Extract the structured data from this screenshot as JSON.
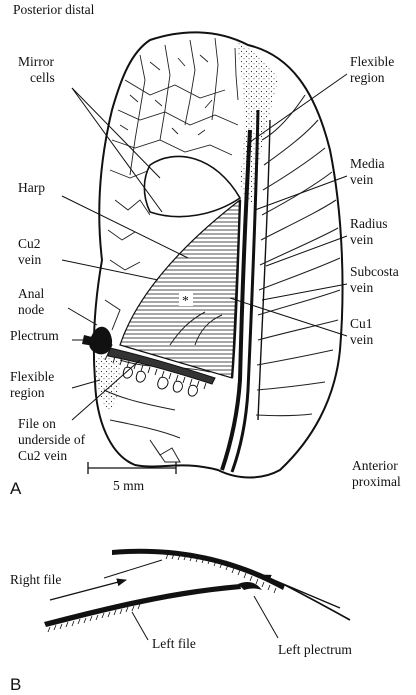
{
  "panel_a": {
    "letter": "A",
    "corner_top": "Posterior distal",
    "corner_bottom": [
      "Anterior",
      "proximal"
    ],
    "scale_bar": "5 mm",
    "asterisk": "*",
    "labels_left": {
      "mirror_cells": [
        "Mirror",
        "cells"
      ],
      "harp": "Harp",
      "cu2_vein": [
        "Cu2",
        "vein"
      ],
      "anal_node": [
        "Anal",
        "node"
      ],
      "plectrum": "Plectrum",
      "flexible_region": [
        "Flexible",
        "region"
      ],
      "file_underside": [
        "File on",
        "underside of",
        "Cu2 vein"
      ]
    },
    "labels_right": {
      "flexible_region": [
        "Flexible",
        "region"
      ],
      "media_vein": [
        "Media",
        "vein"
      ],
      "radius_vein": [
        "Radius",
        "vein"
      ],
      "subcosta_vein": [
        "Subcosta",
        "vein"
      ],
      "cu1_vein": [
        "Cu1",
        "vein"
      ]
    }
  },
  "panel_b": {
    "letter": "B",
    "right_file": "Right file",
    "left_file": "Left file",
    "left_plectrum": "Left plectrum"
  }
}
